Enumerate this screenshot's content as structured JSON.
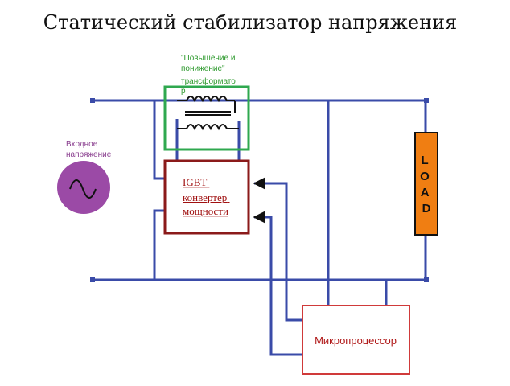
{
  "title": "Статический стабилизатор напряжения",
  "transformer_label": [
    "\"Повышение и",
    "понижение\"",
    "трансформато",
    "р"
  ],
  "input_label": [
    "Входное",
    "напряжение"
  ],
  "igbt_label": [
    "IGBT",
    "конвертер",
    "мощности"
  ],
  "mcu_label": "Микропроцессор",
  "load_label": [
    "L",
    "O",
    "A",
    "D"
  ],
  "colors": {
    "wire": "#3a4ba8",
    "transformer_box": "#2fa84f",
    "igbt_box": "#8b1a1a",
    "mcu_box": "#d03a3a",
    "load_fill": "#f07e12",
    "source_fill": "#9b4aa6"
  },
  "icons": {
    "source": "sine-wave-source-icon",
    "transformer": "transformer-coil-icon"
  }
}
